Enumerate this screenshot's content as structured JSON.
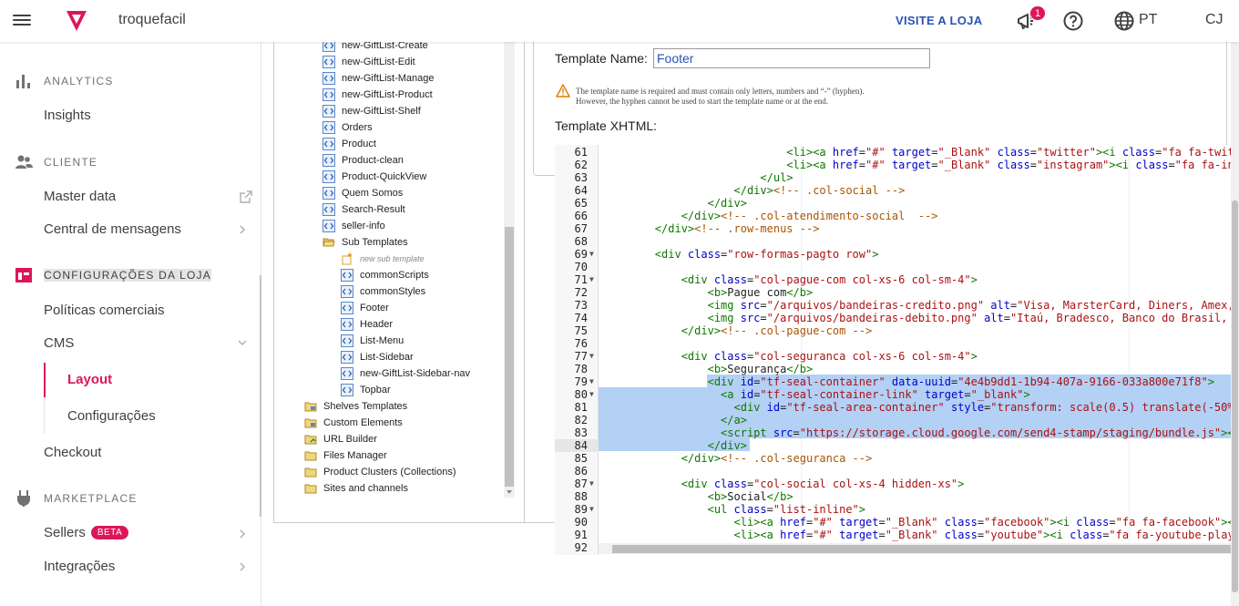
{
  "topbar": {
    "store_name": "troquefacil",
    "visit_store": "VISITE A LOJA",
    "notifications_count": "1",
    "language": "PT",
    "user_initials": "CJ"
  },
  "sidebar": {
    "sections": {
      "analytics": "ANALYTICS",
      "cliente": "CLIENTE",
      "config": "CONFIGURAÇÕES DA LOJA",
      "marketplace": "MARKETPLACE"
    },
    "items": {
      "insights": "Insights",
      "master_data": "Master data",
      "central_mensagens": "Central de mensagens",
      "politicas": "Políticas comerciais",
      "cms": "CMS",
      "layout": "Layout",
      "configuracoes": "Configurações",
      "checkout": "Checkout",
      "sellers": "Sellers",
      "beta": "BETA",
      "integracoes": "Integrações"
    }
  },
  "tree": [
    {
      "label": "new-GiftList-Create",
      "icon": "template-icon",
      "level": 2
    },
    {
      "label": "new-GiftList-Edit",
      "icon": "template-icon",
      "level": 2
    },
    {
      "label": "new-GiftList-Manage",
      "icon": "template-icon",
      "level": 2
    },
    {
      "label": "new-GiftList-Product",
      "icon": "template-icon",
      "level": 2
    },
    {
      "label": "new-GiftList-Shelf",
      "icon": "template-icon",
      "level": 2
    },
    {
      "label": "Orders",
      "icon": "template-icon",
      "level": 2
    },
    {
      "label": "Product",
      "icon": "template-icon",
      "level": 2
    },
    {
      "label": "Product-clean",
      "icon": "template-icon",
      "level": 2
    },
    {
      "label": "Product-QuickView",
      "icon": "template-icon",
      "level": 2
    },
    {
      "label": "Quem Somos",
      "icon": "template-icon",
      "level": 2
    },
    {
      "label": "Search-Result",
      "icon": "template-icon",
      "level": 2
    },
    {
      "label": "seller-info",
      "icon": "template-icon",
      "level": 2
    },
    {
      "label": "Sub Templates",
      "icon": "folder-open-icon",
      "level": 2
    },
    {
      "label": "new sub template",
      "icon": "new-item-icon",
      "level": 3
    },
    {
      "label": "commonScripts",
      "icon": "template-icon",
      "level": 3
    },
    {
      "label": "commonStyles",
      "icon": "template-icon",
      "level": 3
    },
    {
      "label": "Footer",
      "icon": "template-icon",
      "level": 3
    },
    {
      "label": "Header",
      "icon": "template-icon",
      "level": 3
    },
    {
      "label": "List-Menu",
      "icon": "template-icon",
      "level": 3
    },
    {
      "label": "List-Sidebar",
      "icon": "template-icon",
      "level": 3
    },
    {
      "label": "new-GiftList-Sidebar-nav",
      "icon": "template-icon",
      "level": 3
    },
    {
      "label": "Topbar",
      "icon": "template-icon",
      "level": 3
    },
    {
      "label": "Shelves Templates",
      "icon": "folder-special-icon",
      "level": 1
    },
    {
      "label": "Custom Elements",
      "icon": "folder-special-icon",
      "level": 1
    },
    {
      "label": "URL Builder",
      "icon": "url-builder-icon",
      "level": 1
    },
    {
      "label": "Files Manager",
      "icon": "folder-icon",
      "level": 1
    },
    {
      "label": "Product Clusters (Collections)",
      "icon": "folder-icon",
      "level": 1
    },
    {
      "label": "Sites and channels",
      "icon": "folder-icon",
      "level": 1
    }
  ],
  "editor": {
    "template_name_label": "Template Name:",
    "template_name_value": "Footer",
    "warning_line1": "The template name is required and must contain only letters, numbers and “-” (hyphen).",
    "warning_line2": "However, the hyphen cannot be used to start the template name or at the end.",
    "xhtml_label": "Template XHTML:"
  },
  "code_lines": [
    {
      "n": "61",
      "fold": false,
      "parts": [
        [
          "",
          "                            "
        ],
        [
          "tag",
          "<li><a "
        ],
        [
          "attr",
          "href"
        ],
        [
          "",
          "="
        ],
        [
          "str",
          "\"#\""
        ],
        [
          "",
          " "
        ],
        [
          "attr",
          "target"
        ],
        [
          "",
          "="
        ],
        [
          "str",
          "\"_Blank\""
        ],
        [
          "",
          " "
        ],
        [
          "attr",
          "class"
        ],
        [
          "",
          "="
        ],
        [
          "str",
          "\"twitter\""
        ],
        [
          "tag",
          "><i "
        ],
        [
          "attr",
          "class"
        ],
        [
          "",
          "="
        ],
        [
          "str",
          "\"fa fa-twit"
        ]
      ]
    },
    {
      "n": "62",
      "fold": false,
      "parts": [
        [
          "",
          "                            "
        ],
        [
          "tag",
          "<li><a "
        ],
        [
          "attr",
          "href"
        ],
        [
          "",
          "="
        ],
        [
          "str",
          "\"#\""
        ],
        [
          "",
          " "
        ],
        [
          "attr",
          "target"
        ],
        [
          "",
          "="
        ],
        [
          "str",
          "\"_Blank\""
        ],
        [
          "",
          " "
        ],
        [
          "attr",
          "class"
        ],
        [
          "",
          "="
        ],
        [
          "str",
          "\"instagram\""
        ],
        [
          "tag",
          "><i "
        ],
        [
          "attr",
          "class"
        ],
        [
          "",
          "="
        ],
        [
          "str",
          "\"fa fa-in"
        ]
      ]
    },
    {
      "n": "63",
      "fold": false,
      "parts": [
        [
          "",
          "                        "
        ],
        [
          "tag",
          "</ul>"
        ]
      ]
    },
    {
      "n": "64",
      "fold": false,
      "parts": [
        [
          "",
          "                    "
        ],
        [
          "tag",
          "</div>"
        ],
        [
          "com",
          "<!-- .col-social -->"
        ]
      ]
    },
    {
      "n": "65",
      "fold": false,
      "parts": [
        [
          "",
          "                "
        ],
        [
          "tag",
          "</div>"
        ]
      ]
    },
    {
      "n": "66",
      "fold": false,
      "parts": [
        [
          "",
          "            "
        ],
        [
          "tag",
          "</div>"
        ],
        [
          "com",
          "<!-- .col-atendimento-social  -->"
        ]
      ]
    },
    {
      "n": "67",
      "fold": false,
      "parts": [
        [
          "",
          "        "
        ],
        [
          "tag",
          "</div>"
        ],
        [
          "com",
          "<!-- .row-menus -->"
        ]
      ]
    },
    {
      "n": "68",
      "fold": false,
      "parts": [
        [
          "",
          ""
        ]
      ]
    },
    {
      "n": "69",
      "fold": true,
      "parts": [
        [
          "",
          "        "
        ],
        [
          "tag",
          "<div "
        ],
        [
          "attr",
          "class"
        ],
        [
          "",
          "="
        ],
        [
          "str",
          "\"row-formas-pagto row\""
        ],
        [
          "tag",
          ">"
        ]
      ]
    },
    {
      "n": "70",
      "fold": false,
      "parts": [
        [
          "",
          ""
        ]
      ]
    },
    {
      "n": "71",
      "fold": true,
      "parts": [
        [
          "",
          "            "
        ],
        [
          "tag",
          "<div "
        ],
        [
          "attr",
          "class"
        ],
        [
          "",
          "="
        ],
        [
          "str",
          "\"col-pague-com col-xs-6 col-sm-4\""
        ],
        [
          "tag",
          ">"
        ]
      ]
    },
    {
      "n": "72",
      "fold": false,
      "parts": [
        [
          "",
          "                "
        ],
        [
          "tag",
          "<b>"
        ],
        [
          "",
          "Pague com"
        ],
        [
          "tag",
          "</b>"
        ]
      ]
    },
    {
      "n": "73",
      "fold": false,
      "parts": [
        [
          "",
          "                "
        ],
        [
          "tag",
          "<img "
        ],
        [
          "attr",
          "src"
        ],
        [
          "",
          "="
        ],
        [
          "str",
          "\"/arquivos/bandeiras-credito.png\""
        ],
        [
          "",
          " "
        ],
        [
          "attr",
          "alt"
        ],
        [
          "",
          "="
        ],
        [
          "str",
          "\"Visa, MarsterCard, Diners, Amex,"
        ]
      ]
    },
    {
      "n": "74",
      "fold": false,
      "parts": [
        [
          "",
          "                "
        ],
        [
          "tag",
          "<img "
        ],
        [
          "attr",
          "src"
        ],
        [
          "",
          "="
        ],
        [
          "str",
          "\"/arquivos/bandeiras-debito.png\""
        ],
        [
          "",
          " "
        ],
        [
          "attr",
          "alt"
        ],
        [
          "",
          "="
        ],
        [
          "str",
          "\"Itaú, Bradesco, Banco do Brasil,"
        ]
      ]
    },
    {
      "n": "75",
      "fold": false,
      "parts": [
        [
          "",
          "            "
        ],
        [
          "tag",
          "</div>"
        ],
        [
          "com",
          "<!-- .col-pague-com -->"
        ]
      ]
    },
    {
      "n": "76",
      "fold": false,
      "parts": [
        [
          "",
          ""
        ]
      ]
    },
    {
      "n": "77",
      "fold": true,
      "parts": [
        [
          "",
          "            "
        ],
        [
          "tag",
          "<div "
        ],
        [
          "attr",
          "class"
        ],
        [
          "",
          "="
        ],
        [
          "str",
          "\"col-seguranca col-xs-6 col-sm-4\""
        ],
        [
          "tag",
          ">"
        ]
      ]
    },
    {
      "n": "78",
      "fold": false,
      "parts": [
        [
          "",
          "                "
        ],
        [
          "tag",
          "<b>"
        ],
        [
          "",
          "Segurança"
        ],
        [
          "tag",
          "</b>"
        ]
      ]
    },
    {
      "n": "79",
      "fold": true,
      "parts": [
        [
          "",
          "                "
        ],
        [
          "tag",
          "<div "
        ],
        [
          "attr",
          "id"
        ],
        [
          "",
          "="
        ],
        [
          "str",
          "\"tf-seal-container\""
        ],
        [
          "",
          " "
        ],
        [
          "attr",
          "data-uuid"
        ],
        [
          "",
          "="
        ],
        [
          "str",
          "\"4e4b9dd1-1b94-407a-9166-033a800e71f8\""
        ],
        [
          "tag",
          ">"
        ]
      ]
    },
    {
      "n": "80",
      "fold": true,
      "parts": [
        [
          "",
          "                  "
        ],
        [
          "tag",
          "<a "
        ],
        [
          "attr",
          "id"
        ],
        [
          "",
          "="
        ],
        [
          "str",
          "\"tf-seal-container-link\""
        ],
        [
          "",
          " "
        ],
        [
          "attr",
          "target"
        ],
        [
          "",
          "="
        ],
        [
          "str",
          "\"_blank\""
        ],
        [
          "tag",
          ">"
        ]
      ]
    },
    {
      "n": "81",
      "fold": false,
      "parts": [
        [
          "",
          "                    "
        ],
        [
          "tag",
          "<div "
        ],
        [
          "attr",
          "id"
        ],
        [
          "",
          "="
        ],
        [
          "str",
          "\"tf-seal-area-container\""
        ],
        [
          "",
          " "
        ],
        [
          "attr",
          "style"
        ],
        [
          "",
          "="
        ],
        [
          "str",
          "\"transform: scale(0.5) translate(-50%"
        ]
      ]
    },
    {
      "n": "82",
      "fold": false,
      "parts": [
        [
          "",
          "                  "
        ],
        [
          "tag",
          "</a>"
        ]
      ]
    },
    {
      "n": "83",
      "fold": false,
      "parts": [
        [
          "",
          "                  "
        ],
        [
          "tag",
          "<script "
        ],
        [
          "attr",
          "src"
        ],
        [
          "",
          "="
        ],
        [
          "str",
          "\"https://storage.cloud.google.com/send4-stamp/staging/bundle.js\""
        ],
        [
          "tag",
          "><"
        ]
      ]
    },
    {
      "n": "84",
      "fold": false,
      "parts": [
        [
          "",
          "                "
        ],
        [
          "tag",
          "</div>"
        ]
      ]
    },
    {
      "n": "85",
      "fold": false,
      "parts": [
        [
          "",
          "            "
        ],
        [
          "tag",
          "</div>"
        ],
        [
          "com",
          "<!-- .col-seguranca -->"
        ]
      ]
    },
    {
      "n": "86",
      "fold": false,
      "parts": [
        [
          "",
          ""
        ]
      ]
    },
    {
      "n": "87",
      "fold": true,
      "parts": [
        [
          "",
          "            "
        ],
        [
          "tag",
          "<div "
        ],
        [
          "attr",
          "class"
        ],
        [
          "",
          "="
        ],
        [
          "str",
          "\"col-social col-xs-4 hidden-xs\""
        ],
        [
          "tag",
          ">"
        ]
      ]
    },
    {
      "n": "88",
      "fold": false,
      "parts": [
        [
          "",
          "                "
        ],
        [
          "tag",
          "<b>"
        ],
        [
          "",
          "Social"
        ],
        [
          "tag",
          "</b>"
        ]
      ]
    },
    {
      "n": "89",
      "fold": true,
      "parts": [
        [
          "",
          "                "
        ],
        [
          "tag",
          "<ul "
        ],
        [
          "attr",
          "class"
        ],
        [
          "",
          "="
        ],
        [
          "str",
          "\"list-inline\""
        ],
        [
          "tag",
          ">"
        ]
      ]
    },
    {
      "n": "90",
      "fold": false,
      "parts": [
        [
          "",
          "                    "
        ],
        [
          "tag",
          "<li><a "
        ],
        [
          "attr",
          "href"
        ],
        [
          "",
          "="
        ],
        [
          "str",
          "\"#\""
        ],
        [
          "",
          " "
        ],
        [
          "attr",
          "target"
        ],
        [
          "",
          "="
        ],
        [
          "str",
          "\"_Blank\""
        ],
        [
          "",
          " "
        ],
        [
          "attr",
          "class"
        ],
        [
          "",
          "="
        ],
        [
          "str",
          "\"facebook\""
        ],
        [
          "tag",
          "><i "
        ],
        [
          "attr",
          "class"
        ],
        [
          "",
          "="
        ],
        [
          "str",
          "\"fa fa-facebook\""
        ],
        [
          "tag",
          "><"
        ]
      ]
    },
    {
      "n": "91",
      "fold": false,
      "parts": [
        [
          "",
          "                    "
        ],
        [
          "tag",
          "<li><a "
        ],
        [
          "attr",
          "href"
        ],
        [
          "",
          "="
        ],
        [
          "str",
          "\"#\""
        ],
        [
          "",
          " "
        ],
        [
          "attr",
          "target"
        ],
        [
          "",
          "="
        ],
        [
          "str",
          "\"_Blank\""
        ],
        [
          "",
          " "
        ],
        [
          "attr",
          "class"
        ],
        [
          "",
          "="
        ],
        [
          "str",
          "\"youtube\""
        ],
        [
          "tag",
          "><i "
        ],
        [
          "attr",
          "class"
        ],
        [
          "",
          "="
        ],
        [
          "str",
          "\"fa fa-youtube-play"
        ]
      ]
    },
    {
      "n": "92",
      "fold": false,
      "parts": [
        [
          "",
          ""
        ]
      ]
    }
  ],
  "colors": {
    "accent": "#dd1659",
    "link_blue": "#2953b2",
    "selection": "#b3d0f5"
  }
}
